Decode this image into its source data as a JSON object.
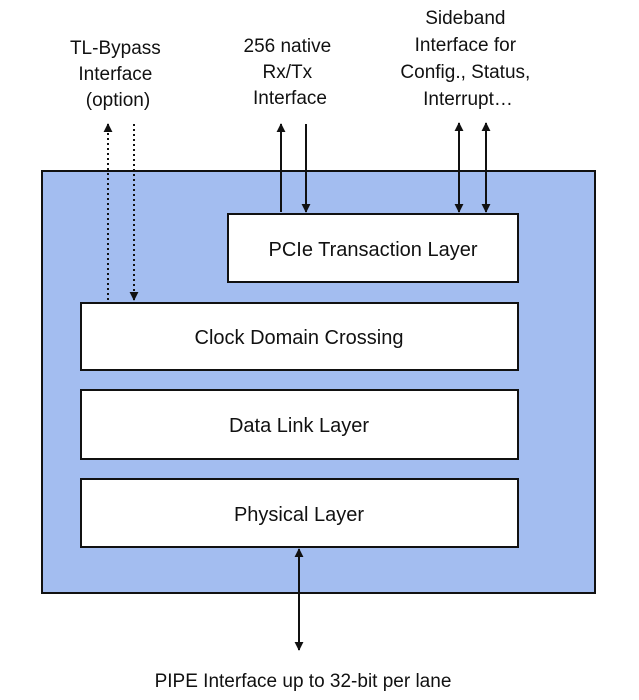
{
  "colors": {
    "container_fill": "#a3bdf0",
    "box_fill": "#ffffff",
    "line": "#111111",
    "text": "#111111"
  },
  "labels": {
    "tl_bypass": {
      "line1": "TL-Bypass",
      "line2": "Interface",
      "line3": "(option)"
    },
    "native_rxtx": {
      "line1": "256 native",
      "line2": "Rx/Tx",
      "line3": "Interface"
    },
    "sideband": {
      "line1": "Sideband",
      "line2": "Interface for",
      "line3": "Config., Status,",
      "line4": "Interrupt…"
    },
    "pipe": "PIPE Interface up to 32-bit per lane"
  },
  "blocks": {
    "transaction_layer": "PCIe Transaction Layer",
    "clock_domain_crossing": "Clock Domain Crossing",
    "data_link_layer": "Data Link Layer",
    "physical_layer": "Physical Layer"
  },
  "connectors": {
    "tl_bypass": "dotted, one up-arrow and one down-arrow",
    "native_rxtx": "solid, one up-arrow and one down-arrow",
    "sideband": "solid, two bidirectional arrows",
    "pipe": "solid, bidirectional arrow"
  }
}
